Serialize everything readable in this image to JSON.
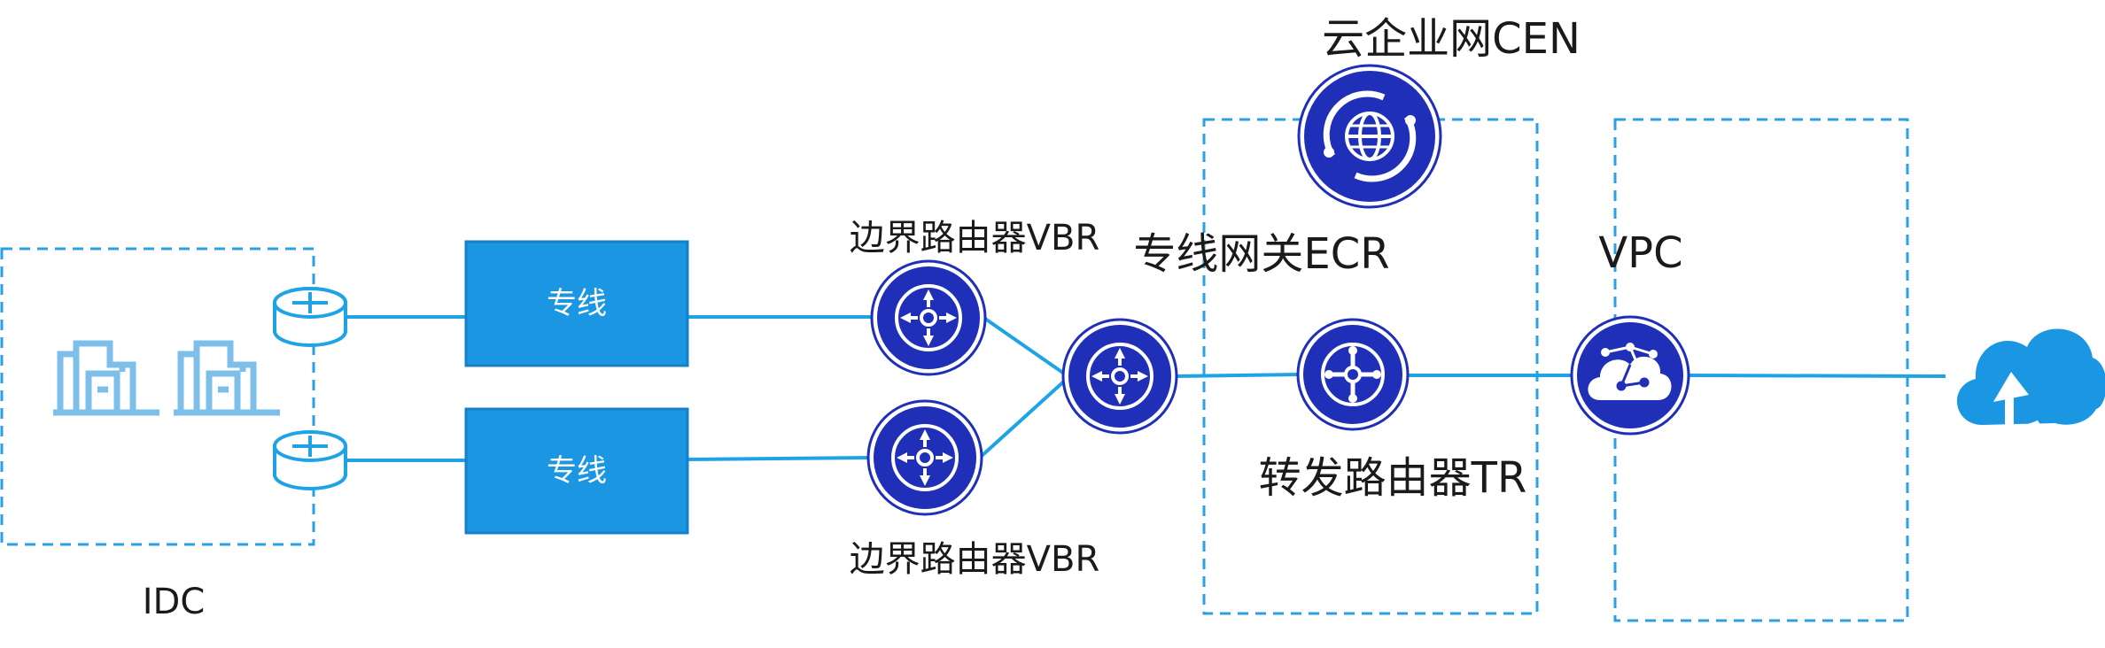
{
  "labels": {
    "idc": "IDC",
    "line_top": "专线",
    "line_bottom": "专线",
    "vbr_top": "边界路由器VBR",
    "vbr_bottom": "边界路由器VBR",
    "ecr": "专线网关ECR",
    "cen": "云企业网CEN",
    "tr": "转发路由器TR",
    "vpc": "VPC"
  },
  "icons": {
    "idc_building": "building-icon",
    "idc_router": "router-icon",
    "vbr": "router-arrows-icon",
    "ecr": "router-arrows-icon",
    "cen": "globe-cycle-icon",
    "tr": "hub-node-icon",
    "vpc": "cloud-network-icon",
    "internet": "cloud-upload-icon"
  },
  "colors": {
    "dark_blue": "#1f2fb8",
    "light_blue": "#1ea4e5",
    "box_blue": "#1b96e3",
    "building_blue": "#7dbfe8",
    "dashed_border": "#2b9fe3"
  }
}
